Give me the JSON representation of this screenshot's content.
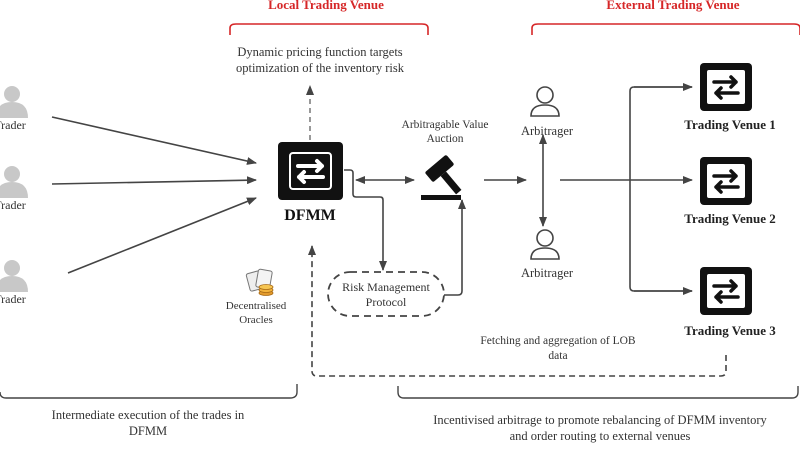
{
  "headers": {
    "local": "Local Trading Venue",
    "external": "External Trading Venue"
  },
  "notes": {
    "dynamic_pricing": "Dynamic pricing function targets optimization of the inventory risk",
    "intermediate_execution": "Intermediate execution of the trades in DFMM",
    "incentivised_arbitrage": "Incentivised arbitrage to promote rebalancing of DFMM inventory and order  routing to external venues",
    "lob_data": "Fetching and aggregation of LOB data"
  },
  "nodes": {
    "traders": [
      "Trader",
      "Trader",
      "Trader"
    ],
    "dfmm": "DFMM",
    "auction": "Arbitragable Value Auction",
    "risk_protocol": "Risk Management Protocol",
    "oracles": "Decentralised Oracles",
    "arbitragers": [
      "Arbitrager",
      "Arbitrager"
    ],
    "venues": [
      "Trading Venue 1",
      "Trading Venue 2",
      "Trading Venue 3"
    ]
  },
  "colors": {
    "header_red": "#d62728",
    "line": "#444444",
    "person_gray": "#c8c8c8"
  },
  "icons": [
    "person-icon",
    "swap-arrows-icon",
    "gavel-icon",
    "oracle-coins-icon"
  ]
}
